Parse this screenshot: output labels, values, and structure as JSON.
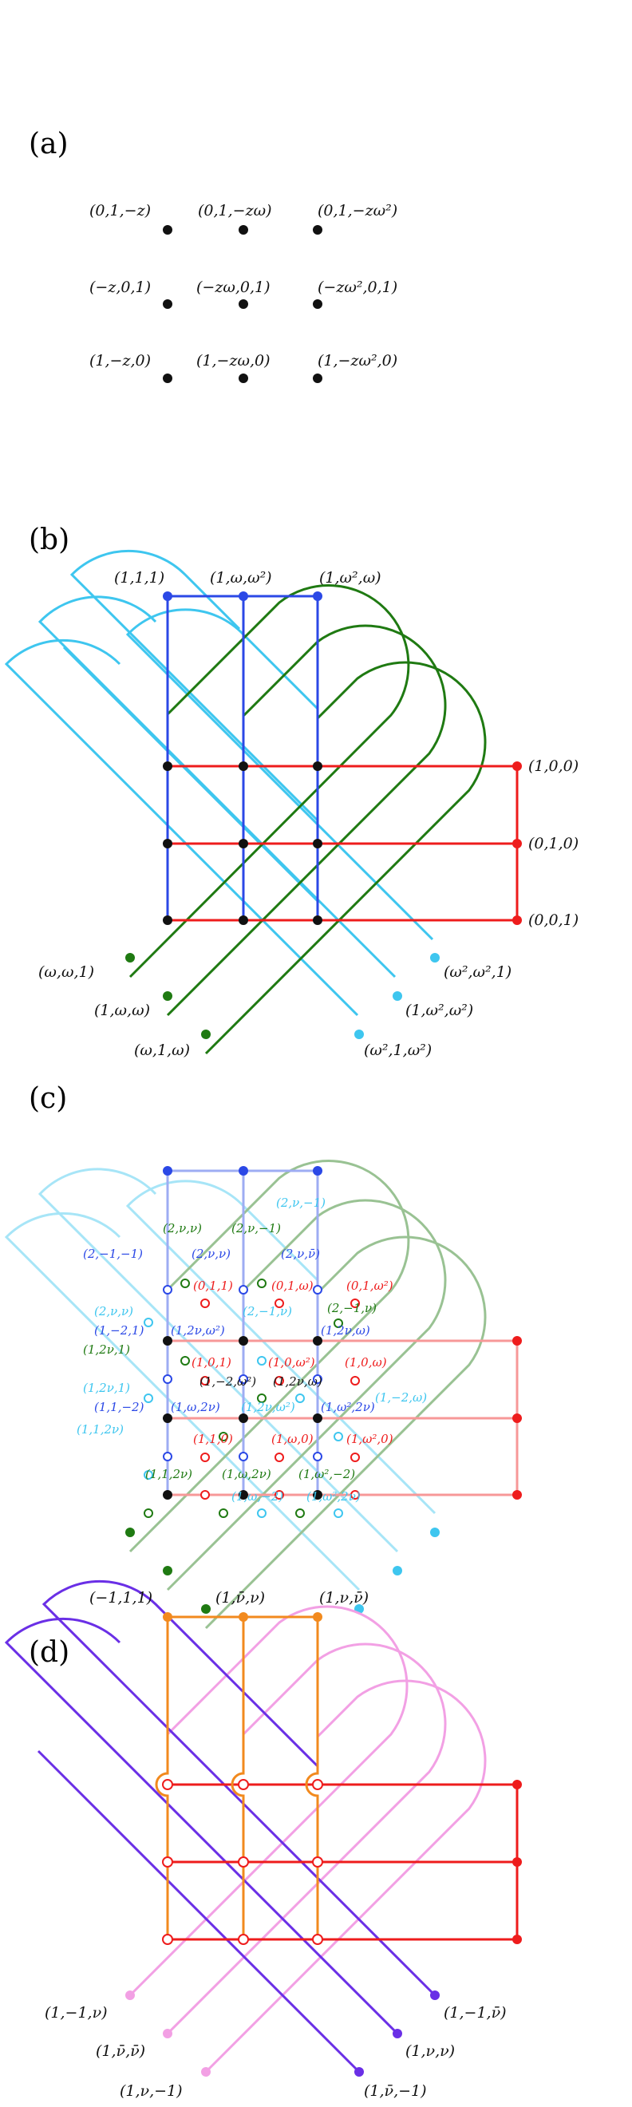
{
  "colors": {
    "black": "#111111",
    "red": "#ee1c1c",
    "blue": "#2b48e6",
    "cyan": "#3ec6ef",
    "green": "#1f7a12",
    "orange": "#f28a1e",
    "violet": "#6a2fe6",
    "pink": "#f2a0e4"
  },
  "panels": {
    "a": {
      "tag": "(a)",
      "points": [
        "(0,1,−z)",
        "(0,1,−zω)",
        "(0,1,−zω²)",
        "(−z,0,1)",
        "(−zω,0,1)",
        "(−zω²,0,1)",
        "(1,−z,0)",
        "(1,−zω,0)",
        "(1,−zω²,0)"
      ]
    },
    "b": {
      "tag": "(b)",
      "top": [
        "(1,1,1)",
        "(1,ω,ω²)",
        "(1,ω²,ω)"
      ],
      "right": [
        "(1,0,0)",
        "(0,1,0)",
        "(0,0,1)"
      ],
      "green": [
        "(ω,ω,1)",
        "(1,ω,ω)",
        "(ω,1,ω)"
      ],
      "cyan": [
        "(ω²,ω²,1)",
        "(1,ω²,ω²)",
        "(ω²,1,ω²)"
      ]
    },
    "c": {
      "tag": "(c)",
      "labels": [
        {
          "t": "(2,ν,−1)",
          "c": "cyan"
        },
        {
          "t": "(2,ν,ν)",
          "c": "green"
        },
        {
          "t": "(2,ν,−1)",
          "c": "green"
        },
        {
          "t": "(2,−1,−1)",
          "c": "blue"
        },
        {
          "t": "(2,ν,ν)",
          "c": "blue"
        },
        {
          "t": "(2,ν,ν̄)",
          "c": "blue"
        },
        {
          "t": "(0,1,1)",
          "c": "red"
        },
        {
          "t": "(0,1,ω)",
          "c": "red"
        },
        {
          "t": "(0,1,ω²)",
          "c": "red"
        },
        {
          "t": "(2,−1,ν)",
          "c": "green"
        },
        {
          "t": "(2,ν,ν)",
          "c": "cyan"
        },
        {
          "t": "(2,−1,ν)",
          "c": "cyan"
        },
        {
          "t": "(1,−2,1)",
          "c": "blue"
        },
        {
          "t": "(1,2ν,ω²)",
          "c": "blue"
        },
        {
          "t": "(1,2ν,ω)",
          "c": "blue"
        },
        {
          "t": "(1,2ν,1)",
          "c": "green"
        },
        {
          "t": "(1,0,1)",
          "c": "red"
        },
        {
          "t": "(1,0,ω²)",
          "c": "red"
        },
        {
          "t": "(1,0,ω)",
          "c": "red"
        },
        {
          "t": "(1,−2,ω²)",
          "c": "black"
        },
        {
          "t": "(1,2ν,ω)",
          "c": "black"
        },
        {
          "t": "(1,2ν,1)",
          "c": "cyan"
        },
        {
          "t": "(1,1,−2)",
          "c": "blue"
        },
        {
          "t": "(1,ω,2ν)",
          "c": "blue"
        },
        {
          "t": "(1,2ν,ω²)",
          "c": "cyan"
        },
        {
          "t": "(1,ω²,2ν)",
          "c": "blue"
        },
        {
          "t": "(1,−2,ω)",
          "c": "cyan"
        },
        {
          "t": "(1,1,2ν)",
          "c": "cyan"
        },
        {
          "t": "(1,1,0)",
          "c": "red"
        },
        {
          "t": "(1,ω,0)",
          "c": "red"
        },
        {
          "t": "(1,ω²,0)",
          "c": "red"
        },
        {
          "t": "(1,1,2ν)",
          "c": "green"
        },
        {
          "t": "(1,ω,2ν)",
          "c": "green"
        },
        {
          "t": "(1,ω²,−2)",
          "c": "green"
        },
        {
          "t": "(1,ω,−2)",
          "c": "cyan"
        },
        {
          "t": "(1,ω²,2ν)",
          "c": "cyan"
        }
      ]
    },
    "d": {
      "tag": "(d)",
      "top": [
        "(−1,1,1)",
        "(1,ν̄,ν)",
        "(1,ν,ν̄)"
      ],
      "pink": [
        "(1,−1,ν)",
        "(1,ν̄,ν̄)",
        "(1,ν,−1)"
      ],
      "violet": [
        "(1,−1,ν̄)",
        "(1,ν,ν)",
        "(1,ν̄,−1)"
      ]
    }
  }
}
